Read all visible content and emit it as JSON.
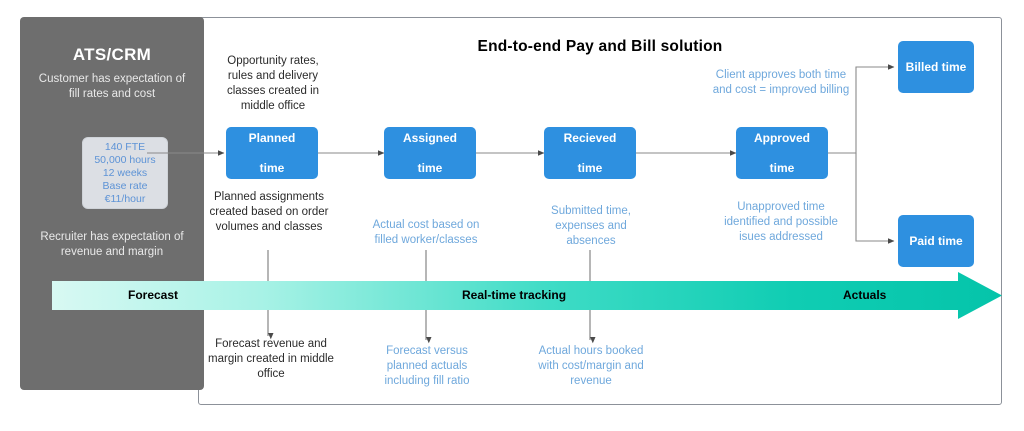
{
  "diagram": {
    "title": "End-to-end Pay and Bill solution"
  },
  "ats_panel": {
    "title": "ATS/CRM",
    "subtitle": "Customer has expectation of fill rates and cost",
    "metrics_box": {
      "lines": [
        "140 FTE",
        "50,000 hours",
        "12 weeks",
        "Base rate",
        "€11/hour"
      ]
    },
    "footer": "Recruiter has expectation of revenue and margin"
  },
  "process_boxes": [
    {
      "id": "planned-time",
      "label_line1": "Planned",
      "label_line2": "time"
    },
    {
      "id": "assigned-time",
      "label_line1": "Assigned",
      "label_line2": "time"
    },
    {
      "id": "recieved-time",
      "label_line1": "Recieved",
      "label_line2": "time"
    },
    {
      "id": "approved-time",
      "label_line1": "Approved",
      "label_line2": "time"
    },
    {
      "id": "billed-time",
      "label_line1": "Billed time",
      "label_line2": ""
    },
    {
      "id": "paid-time",
      "label_line1": "Paid time",
      "label_line2": ""
    }
  ],
  "annotations_above": [
    {
      "id": "opportunity-rates",
      "text": "Opportunity rates, rules and delivery classes created in middle office",
      "tone": "dark"
    },
    {
      "id": "client-approves",
      "text": "Client approves both time and cost = improved billing",
      "tone": "blue"
    }
  ],
  "annotations_below": [
    {
      "id": "planned-assignments",
      "text": "Planned assignments created based on order volumes and classes",
      "tone": "dark"
    },
    {
      "id": "actual-cost",
      "text": "Actual cost based on filled worker/classes",
      "tone": "blue"
    },
    {
      "id": "submitted-time",
      "text": "Submitted time, expenses and absences",
      "tone": "blue"
    },
    {
      "id": "unapproved-time",
      "text": "Unapproved time identified and possible isues addressed",
      "tone": "blue"
    }
  ],
  "annotations_bottom": [
    {
      "id": "forecast-revenue",
      "text": "Forecast revenue and margin created in middle office",
      "tone": "dark"
    },
    {
      "id": "forecast-versus",
      "text": "Forecast versus planned actuals including fill ratio",
      "tone": "blue"
    },
    {
      "id": "actual-hours",
      "text": "Actual hours booked with cost/margin and revenue",
      "tone": "blue"
    }
  ],
  "timeline_bar": {
    "stages": [
      {
        "id": "forecast",
        "label": "Forecast"
      },
      {
        "id": "real-time-tracking",
        "label": "Real-time tracking"
      },
      {
        "id": "actuals",
        "label": "Actuals"
      }
    ]
  },
  "colors": {
    "box_blue": "#2e90e0",
    "panel_gray": "#6e6e6e",
    "annotation_blue": "#6fa8dc",
    "gradient_start": "#d8f9f3",
    "gradient_end": "#07c7ad",
    "metrics_box_bg": "#dcdfe4",
    "metrics_text": "#5d93d6",
    "connector": "#6b6b6b"
  }
}
